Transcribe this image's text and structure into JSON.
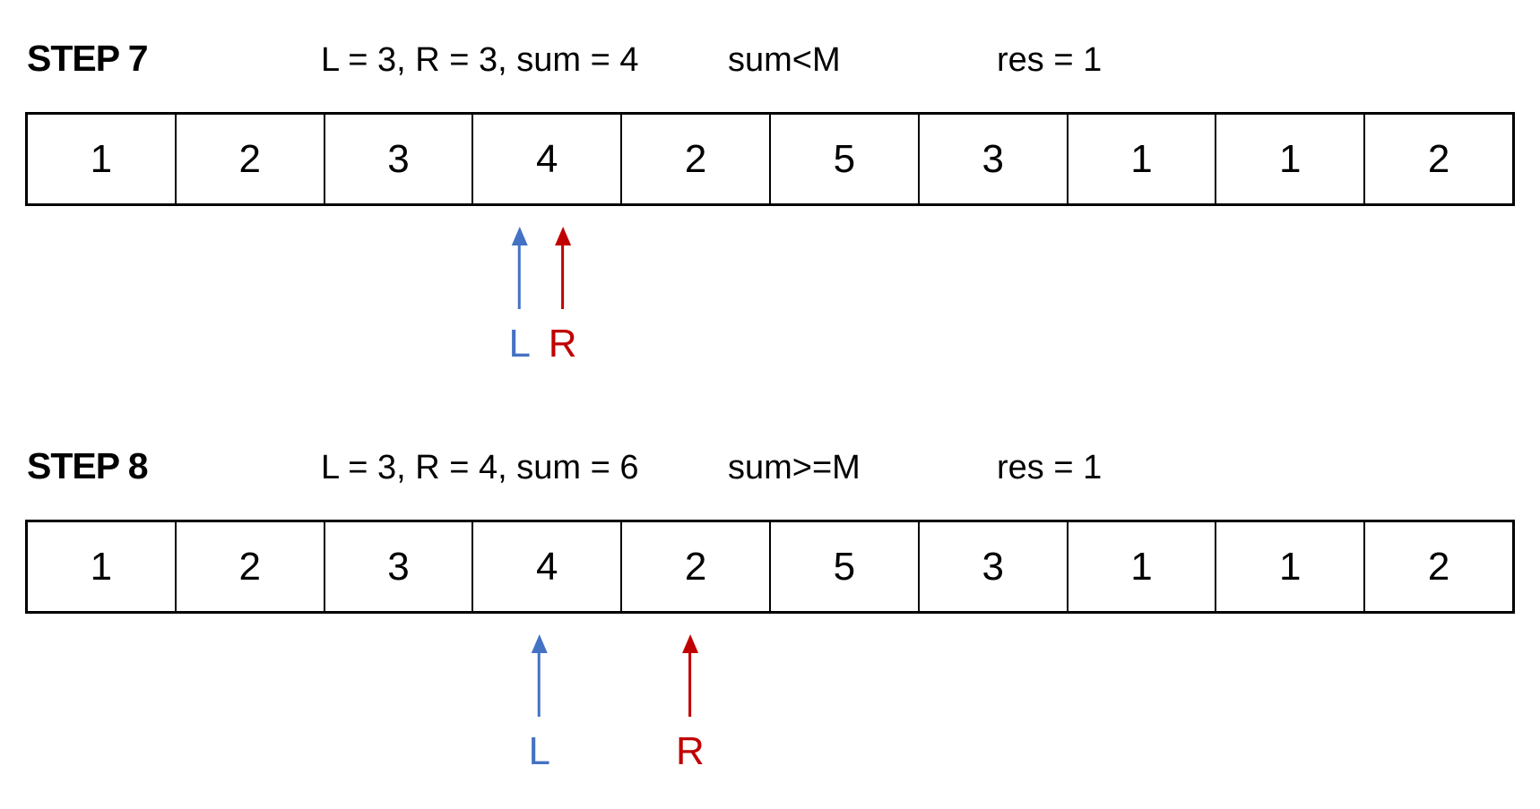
{
  "colors": {
    "left_pointer": "#4472C4",
    "right_pointer": "#C00000",
    "border": "#000000",
    "text": "#000000"
  },
  "steps": [
    {
      "title": "STEP 7",
      "state": "L = 3, R = 3, sum = 4",
      "condition": "sum<M",
      "result": "res = 1",
      "array": [
        1,
        2,
        3,
        4,
        2,
        5,
        3,
        1,
        1,
        2
      ],
      "pointers": [
        {
          "label": "L",
          "role": "left",
          "cell": 3,
          "shift": -30
        },
        {
          "label": "R",
          "role": "right",
          "cell": 3,
          "shift": 18
        }
      ]
    },
    {
      "title": "STEP 8",
      "state": "L = 3, R = 4, sum = 6",
      "condition": "sum>=M",
      "result": "res = 1",
      "array": [
        1,
        2,
        3,
        4,
        2,
        5,
        3,
        1,
        1,
        2
      ],
      "pointers": [
        {
          "label": "L",
          "role": "left",
          "cell": 3,
          "shift": -8
        },
        {
          "label": "R",
          "role": "right",
          "cell": 4,
          "shift": -6
        }
      ]
    }
  ]
}
